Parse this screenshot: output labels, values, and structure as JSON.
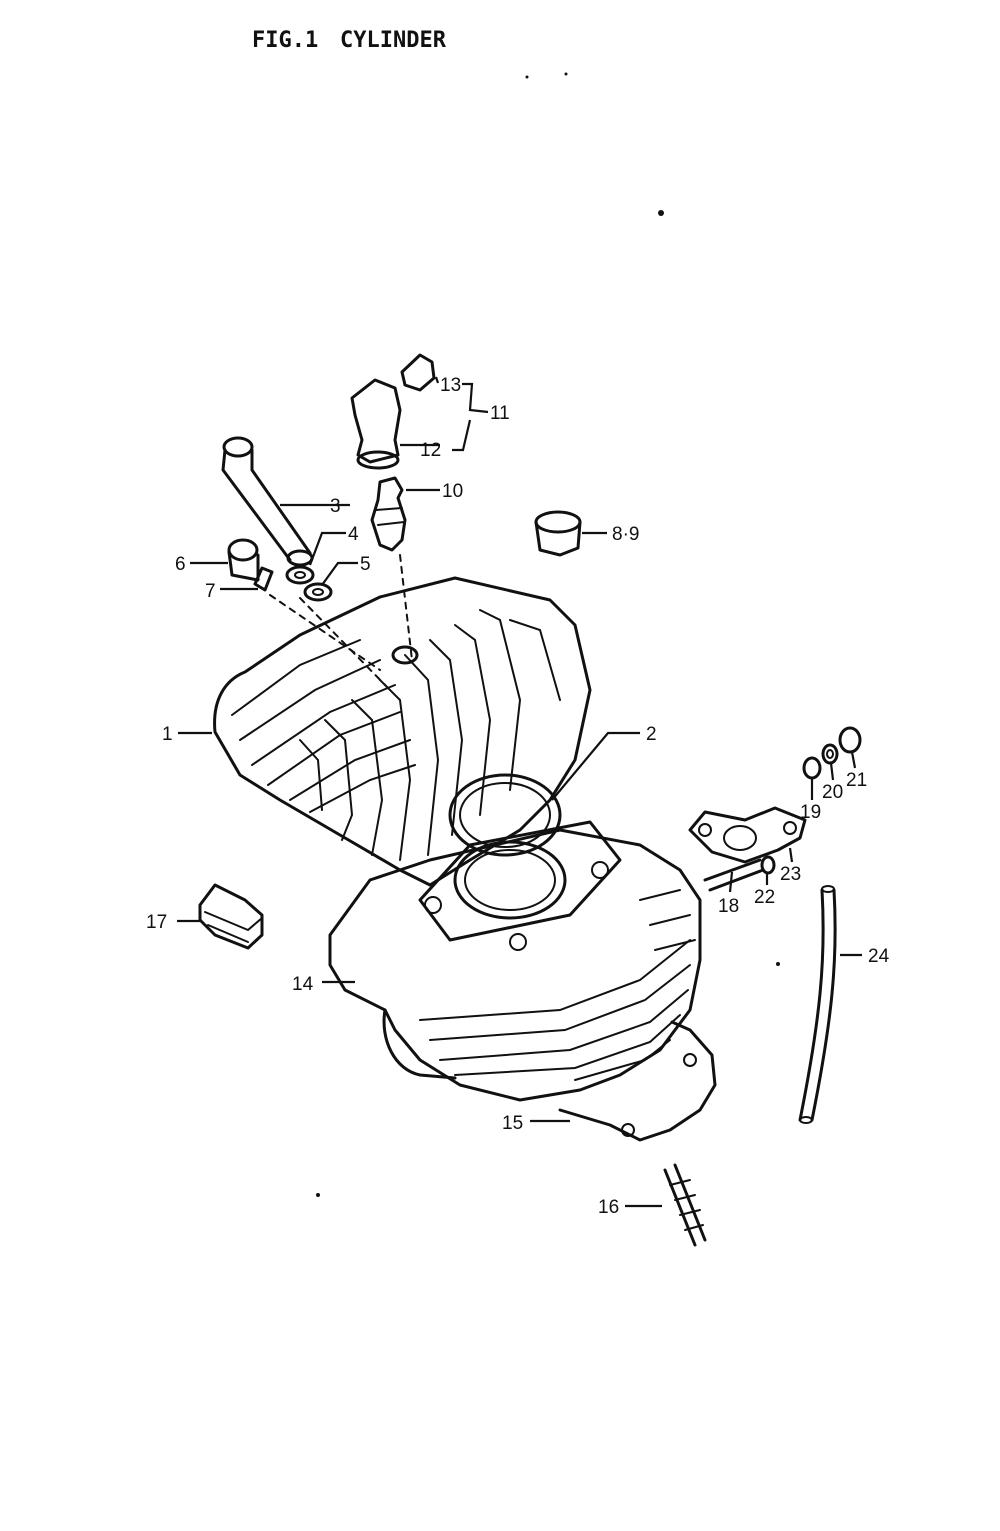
{
  "title": {
    "fig": "FIG.1",
    "name": "CYLINDER"
  },
  "callouts": {
    "c1": "1",
    "c2": "2",
    "c3": "3",
    "c4": "4",
    "c5": "5",
    "c6": "6",
    "c7": "7",
    "c8_9": "8·9",
    "c10": "10",
    "c11": "11",
    "c12": "12",
    "c13": "13",
    "c14": "14",
    "c15": "15",
    "c16": "16",
    "c17": "17",
    "c18": "18",
    "c19": "19",
    "c20": "20",
    "c21": "21",
    "c22": "22",
    "c23": "23",
    "c24": "24"
  }
}
